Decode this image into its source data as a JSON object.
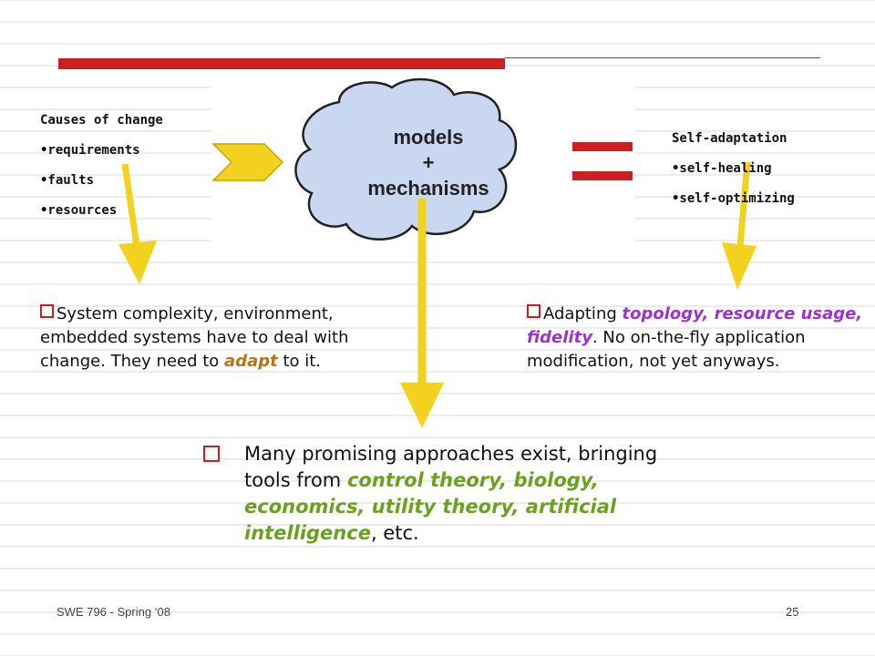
{
  "causes": {
    "title": "Causes of change",
    "items": [
      "•requirements",
      "•faults",
      "•resources"
    ]
  },
  "cloud": {
    "line1": "models",
    "line2": "+",
    "line3": "mechanisms"
  },
  "self_adaptation": {
    "title": "Self-adaptation",
    "items": [
      "•self-healing",
      "•self-optimizing"
    ]
  },
  "left_paragraph": {
    "pre": "System complexity, environment, embedded systems have to deal with change. They need to ",
    "emph": "adapt",
    "post": " to it."
  },
  "right_paragraph": {
    "pre": "Adapting ",
    "emph": "topology, resource usage, fidelity",
    "post": ". No on-the-fly application modification, not yet anyways."
  },
  "bottom_paragraph": {
    "pre": "Many promising approaches exist, bringing tools from ",
    "emph": "control theory, biology, economics, utility theory, artificial intelligence",
    "post": ", etc."
  },
  "footer": {
    "left": "SWE 796 - Spring ‘08",
    "page_number": "25"
  },
  "colors": {
    "accent_red": "#cc1f1f",
    "arrow_yellow": "#f2d21e",
    "cloud_fill": "#c9d8f0",
    "emph_orange": "#b8731d",
    "emph_purple": "#9933cc",
    "emph_green": "#6aa220"
  }
}
